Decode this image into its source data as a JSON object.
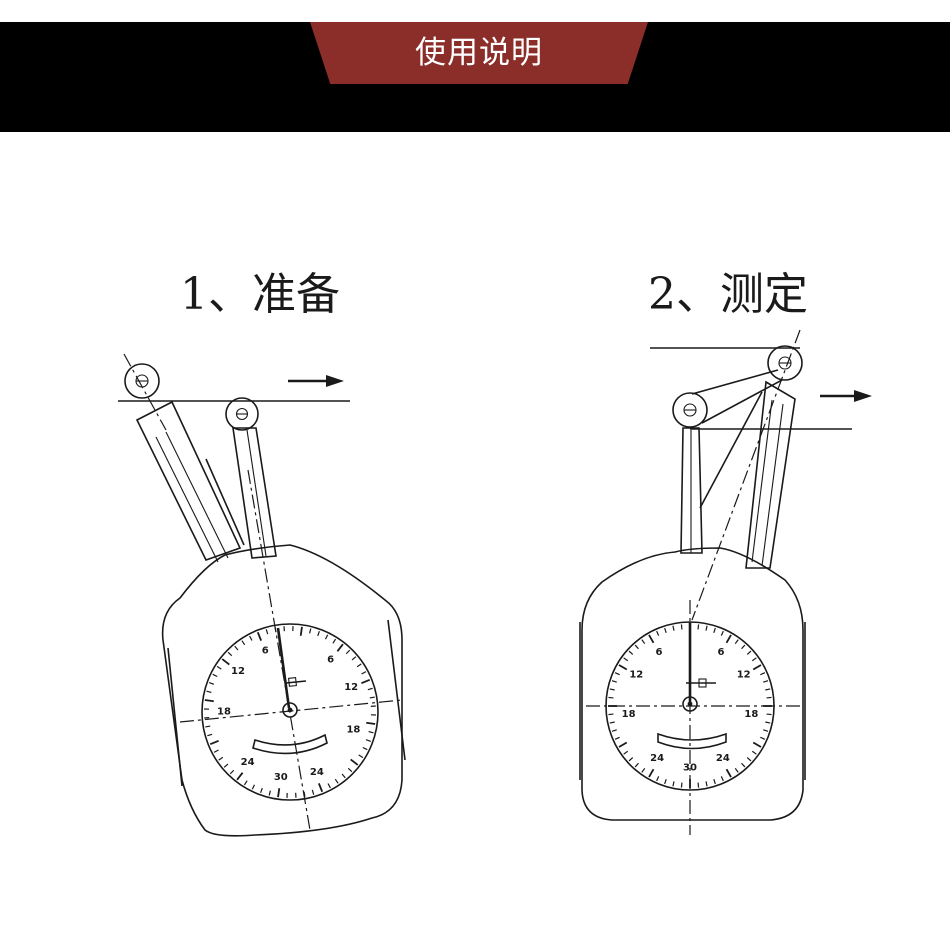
{
  "header": {
    "title": "使用说明",
    "bar_color": "#000000",
    "tab_color": "#8b2e2a"
  },
  "steps": [
    {
      "label": "1、准备",
      "dial_rotation_deg": 8,
      "dial_numbers": [
        {
          "angle": -30,
          "text": "6"
        },
        {
          "angle": 30,
          "text": "6"
        },
        {
          "angle": -60,
          "text": "12"
        },
        {
          "angle": 60,
          "text": "12"
        },
        {
          "angle": -98,
          "text": "18"
        },
        {
          "angle": 98,
          "text": "18"
        },
        {
          "angle": -148,
          "text": "24"
        },
        {
          "angle": 148,
          "text": "24"
        },
        {
          "angle": 180,
          "text": "30"
        }
      ]
    },
    {
      "label": "2、测定",
      "dial_rotation_deg": 0,
      "dial_numbers": [
        {
          "angle": -30,
          "text": "6"
        },
        {
          "angle": 30,
          "text": "6"
        },
        {
          "angle": -60,
          "text": "12"
        },
        {
          "angle": 60,
          "text": "12"
        },
        {
          "angle": -98,
          "text": "18"
        },
        {
          "angle": 98,
          "text": "18"
        },
        {
          "angle": -148,
          "text": "24"
        },
        {
          "angle": 148,
          "text": "24"
        },
        {
          "angle": 180,
          "text": "30"
        }
      ]
    }
  ]
}
